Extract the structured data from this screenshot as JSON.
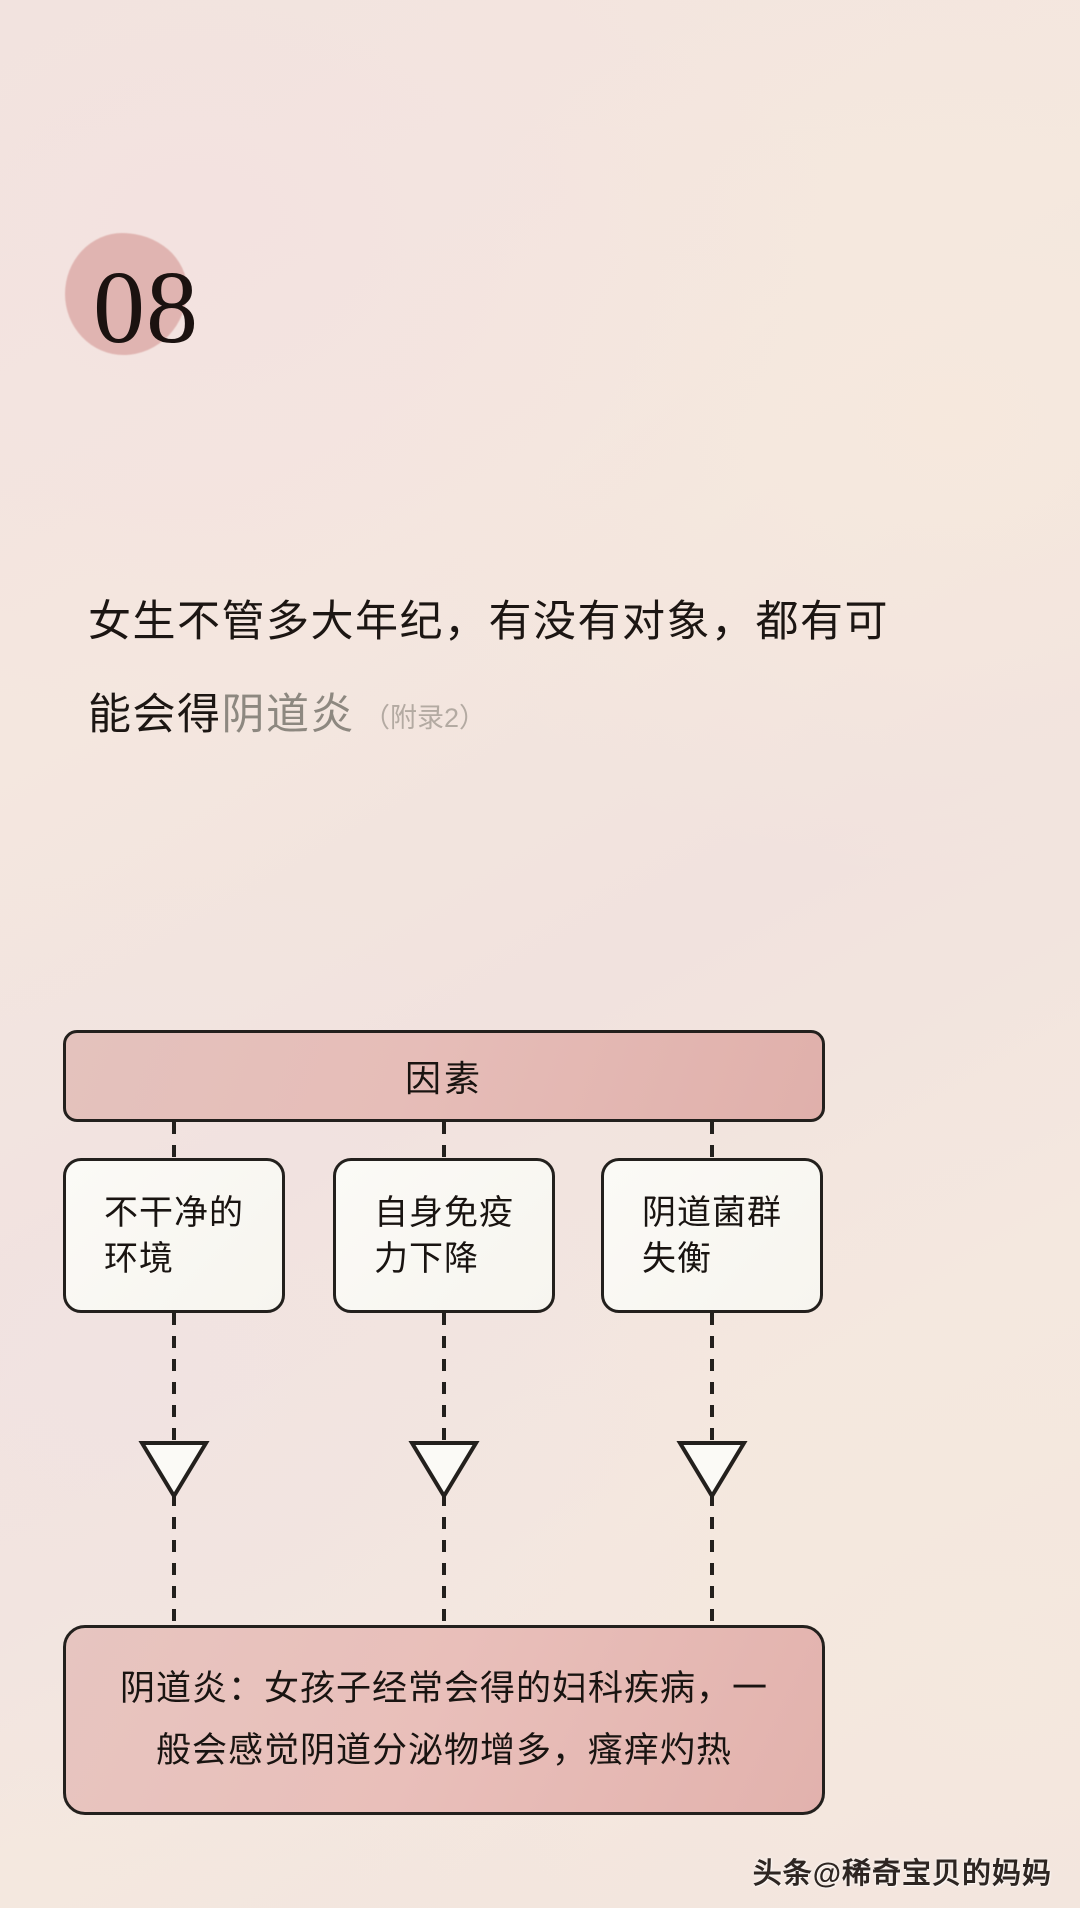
{
  "section": {
    "number": "08",
    "blob_color": "#dfb1ae"
  },
  "headline": {
    "line1": "女生不管多大年纪，有没有对象，都有可",
    "line2_prefix": "能会得",
    "line2_keyword": "阴道炎",
    "line2_note": "（附录2）"
  },
  "flowchart": {
    "header": {
      "label": "因素"
    },
    "factors": [
      {
        "line1": "不干净的",
        "line2": "环境"
      },
      {
        "line1": "自身免疫",
        "line2": "力下降"
      },
      {
        "line1": "阴道菌群",
        "line2": "失衡"
      }
    ],
    "result": {
      "line1": "阴道炎：女孩子经常会得的妇科疾病，一",
      "line2": "般会感觉阴道分泌物增多，瘙痒灼热"
    },
    "colors": {
      "pink_fill": "#e4bdb8",
      "box_fill": "#faf8f3",
      "border": "#23201d",
      "connector": "#23201d"
    }
  },
  "watermark": {
    "text": "头条@稀奇宝贝的妈妈"
  }
}
